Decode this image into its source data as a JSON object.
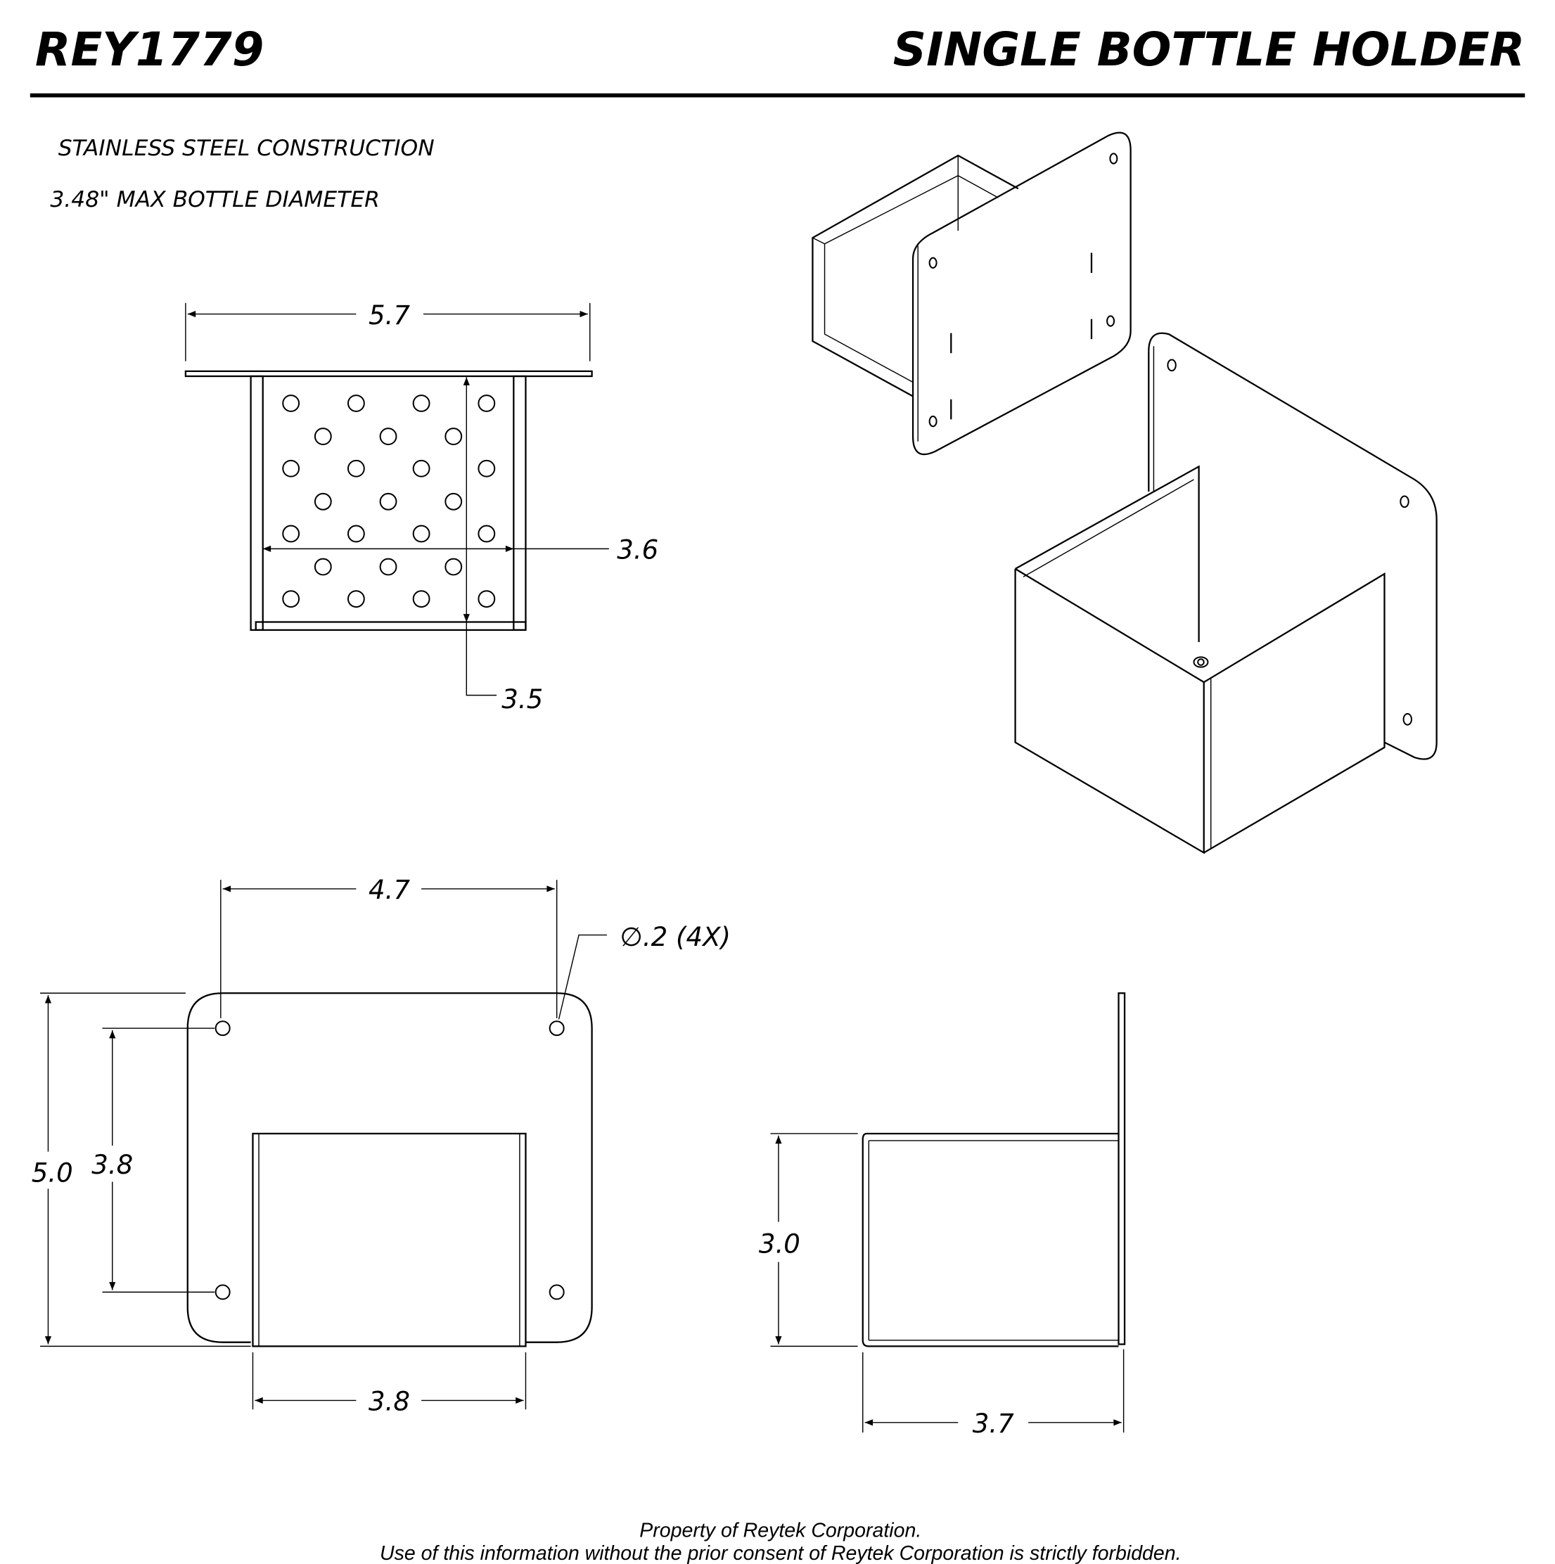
{
  "header": {
    "part_number": "REY1779",
    "title": "SINGLE BOTTLE HOLDER"
  },
  "notes": [
    "STAINLESS STEEL CONSTRUCTION",
    "3.48\" MAX BOTTLE DIAMETER"
  ],
  "top_view": {
    "width": "5.7",
    "inner_width": "3.6",
    "depth": "3.5"
  },
  "front_view": {
    "hole_spacing": "4.7",
    "hole_callout": "∅.2 (4X)",
    "height": "5.0",
    "hole_vertical_spacing": "3.8",
    "box_width": "3.8"
  },
  "side_view": {
    "box_height": "3.0",
    "depth": "3.7"
  },
  "footer": {
    "line1": "Property of Reytek Corporation.",
    "line2": "Use of this information without the prior consent of Reytek Corporation is strictly forbidden."
  }
}
